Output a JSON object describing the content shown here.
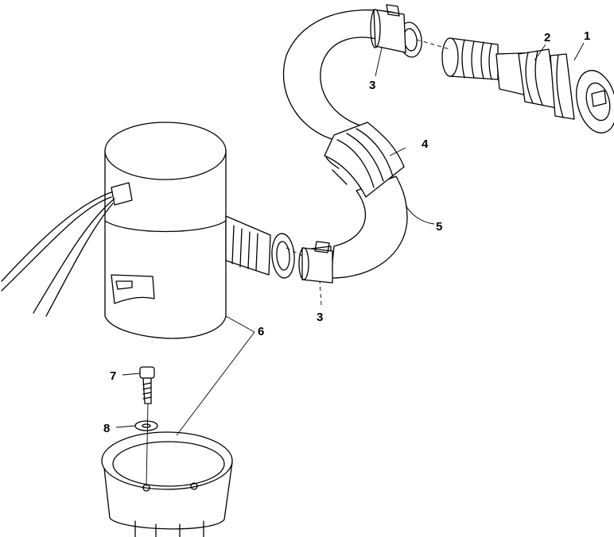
{
  "callouts": {
    "c1": "1",
    "c2": "2",
    "c3_top": "3",
    "c3_bottom": "3",
    "c4": "4",
    "c5": "5",
    "c6": "6",
    "c7": "7",
    "c8": "8"
  },
  "colors": {
    "line": "#000000",
    "background": "#ffffff"
  }
}
